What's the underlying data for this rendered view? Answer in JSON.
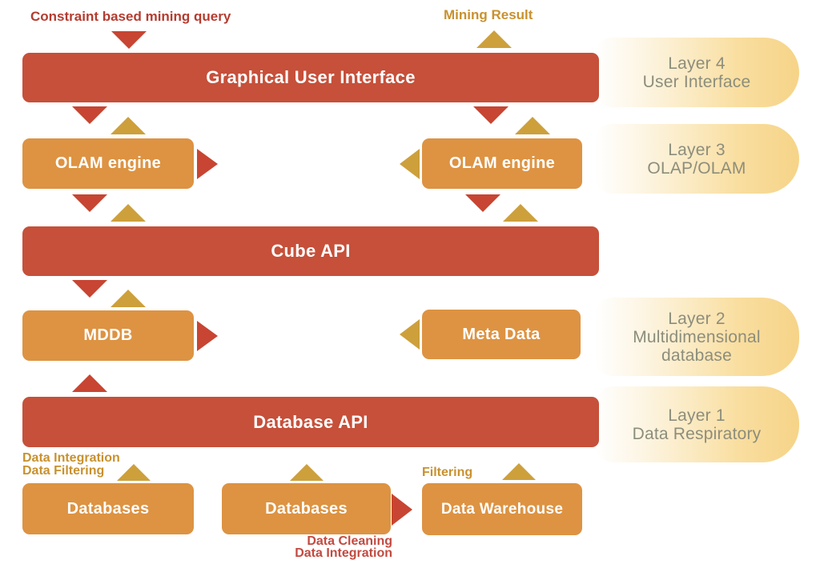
{
  "diagram_title": "OLAM architecture diagram",
  "colors": {
    "background": "#FFFFFF",
    "bar_red": "#C6503A",
    "box_orange": "#DD9342",
    "arrow_red": "#C74532",
    "arrow_gold": "#CDA03C",
    "label_red": "#B43C30",
    "label_red_bottom": "#C34A40",
    "label_gold": "#C9912E",
    "pill_text": "#8D8D7C",
    "pill_gold": "#F6D488",
    "pill_gold_mid": "#F9DEA0"
  },
  "annotations": {
    "constraint_query": "Constraint based mining query",
    "mining_result": "Mining Result",
    "data_integration_filtering": [
      "Data Integration",
      "Data Filtering"
    ],
    "filtering": "Filtering",
    "data_cleaning_integration": [
      "Data Cleaning",
      "Data Integration"
    ]
  },
  "boxes": {
    "gui": "Graphical User Interface",
    "olam_left": "OLAM engine",
    "olam_right": "OLAM engine",
    "cube_api": "Cube API",
    "mddb": "MDDB",
    "meta_data": "Meta Data",
    "database_api": "Database API",
    "databases_left": "Databases",
    "databases_mid": "Databases",
    "data_warehouse": "Data Warehouse"
  },
  "layers": [
    {
      "title": "Layer 4",
      "lines": [
        "User Interface"
      ]
    },
    {
      "title": "Layer 3",
      "lines": [
        "OLAP/OLAM"
      ]
    },
    {
      "title": "Layer 2",
      "lines": [
        "Multidimensional",
        "database"
      ]
    },
    {
      "title": "Layer 1",
      "lines": [
        "Data Respiratory"
      ]
    }
  ]
}
